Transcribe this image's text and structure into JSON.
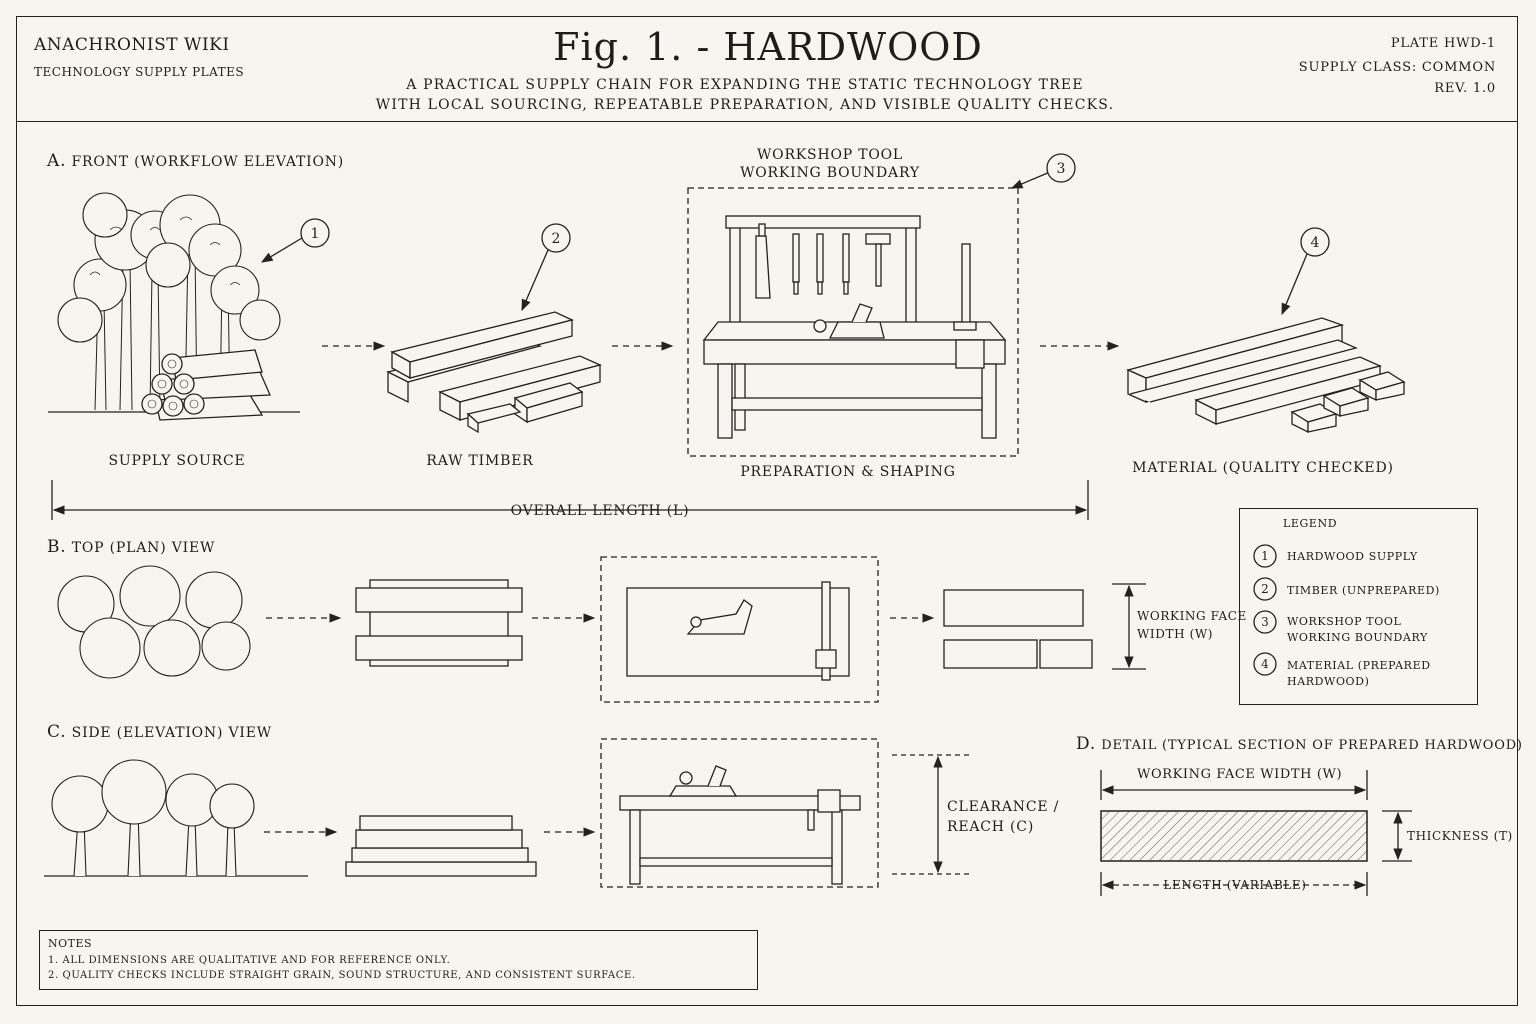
{
  "header": {
    "wiki_name": "ANACHRONIST WIKI",
    "wiki_sub": "TECHNOLOGY SUPPLY PLATES",
    "title": "Fig. 1. - HARDWOOD",
    "subtitle_line1": "A PRACTICAL SUPPLY CHAIN FOR EXPANDING THE STATIC TECHNOLOGY TREE",
    "subtitle_line2": "WITH LOCAL SOURCING, REPEATABLE PREPARATION, AND VISIBLE QUALITY CHECKS.",
    "plate": "PLATE HWD-1",
    "supply_class": "SUPPLY CLASS: COMMON",
    "revision": "REV. 1.0"
  },
  "front_view": {
    "title_letter": "A.",
    "title": "FRONT (WORKFLOW ELEVATION)",
    "boundary_label_line1": "WORKSHOP TOOL",
    "boundary_label_line2": "WORKING BOUNDARY",
    "callouts": [
      "1",
      "2",
      "3",
      "4"
    ],
    "stages": [
      {
        "caption": "SUPPLY SOURCE"
      },
      {
        "caption": "RAW TIMBER"
      },
      {
        "caption": "PREPARATION & SHAPING"
      },
      {
        "caption": "MATERIAL (QUALITY CHECKED)"
      }
    ],
    "overall_dimension": "OVERALL LENGTH (L)"
  },
  "top_view": {
    "title_letter": "B.",
    "title": "TOP (PLAN) VIEW",
    "dimension_line1": "WORKING FACE",
    "dimension_line2": "WIDTH (W)"
  },
  "side_view": {
    "title_letter": "C.",
    "title": "SIDE (ELEVATION) VIEW",
    "dimension_line1": "CLEARANCE /",
    "dimension_line2": "REACH (C)"
  },
  "detail": {
    "title_letter": "D.",
    "title": "DETAIL (TYPICAL SECTION OF PREPARED HARDWOOD)",
    "width_label": "WORKING FACE WIDTH (W)",
    "thickness_label": "THICKNESS (T)",
    "length_label": "LENGTH (VARIABLE)"
  },
  "legend": {
    "title": "LEGEND",
    "items": [
      {
        "num": "1",
        "line1": "HARDWOOD SUPPLY",
        "line2": ""
      },
      {
        "num": "2",
        "line1": "TIMBER (UNPREPARED)",
        "line2": ""
      },
      {
        "num": "3",
        "line1": "WORKSHOP TOOL",
        "line2": "WORKING BOUNDARY"
      },
      {
        "num": "4",
        "line1": "MATERIAL (PREPARED",
        "line2": "HARDWOOD)"
      }
    ]
  },
  "notes": {
    "title": "NOTES",
    "items": [
      "1.  ALL DIMENSIONS ARE QUALITATIVE AND FOR REFERENCE ONLY.",
      "2.  QUALITY CHECKS INCLUDE STRAIGHT GRAIN, SOUND STRUCTURE, AND CONSISTENT SURFACE."
    ]
  }
}
